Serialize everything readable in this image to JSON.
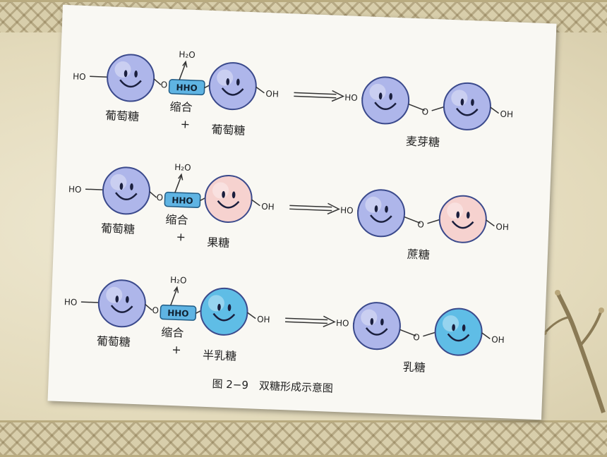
{
  "rows": [
    {
      "left_oh": "HO",
      "o_label": "O",
      "hho": "HHO",
      "water": "H₂O",
      "condense": "缩合",
      "plus": "+",
      "right_oh": "OH",
      "left_name": "葡萄糖",
      "right_name": "葡萄糖",
      "prod_left_oh": "HO",
      "prod_o": "O",
      "prod_right_oh": "OH",
      "product": "麦芽糖",
      "right_color": "#aeb6ea"
    },
    {
      "left_oh": "HO",
      "o_label": "O",
      "hho": "HHO",
      "water": "H₂O",
      "condense": "缩合",
      "plus": "+",
      "right_oh": "OH",
      "left_name": "葡萄糖",
      "right_name": "果糖",
      "prod_left_oh": "HO",
      "prod_o": "O",
      "prod_right_oh": "OH",
      "product": "蔗糖",
      "right_color": "#f6d2cf"
    },
    {
      "left_oh": "HO",
      "o_label": "O",
      "hho": "HHO",
      "water": "H₂O",
      "condense": "缩合",
      "plus": "+",
      "right_oh": "OH",
      "left_name": "葡萄糖",
      "right_name": "半乳糖",
      "prod_left_oh": "HO",
      "prod_o": "O",
      "prod_right_oh": "OH",
      "product": "乳糖",
      "right_color": "#5fbde6"
    }
  ],
  "caption": "图 2−9　双糖形成示意图",
  "colors": {
    "glucose": "#aeb6ea",
    "fructose": "#f6d2cf",
    "galactose": "#5fbde6",
    "hho_box": "#5fb4e3"
  }
}
